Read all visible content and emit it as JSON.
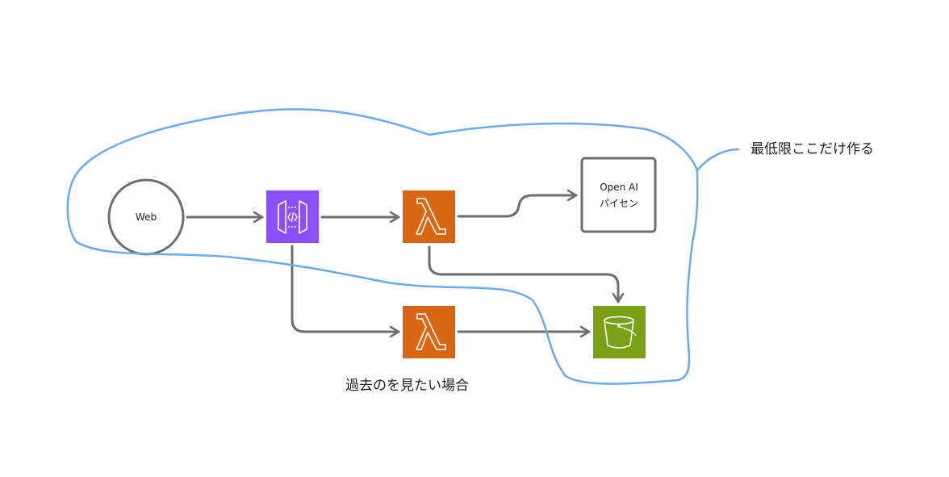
{
  "nodes": {
    "web": {
      "label": "Web"
    },
    "openai": {
      "title": "Open AI",
      "subtitle": "パイセン"
    }
  },
  "annotations": {
    "minimum_scope": "最低限ここだけ作る",
    "past_view": "過去のを見たい場合"
  },
  "colors": {
    "api_gateway": "#8c4fff",
    "lambda": "#d86613",
    "s3": "#7aa116",
    "scope_outline": "#6aaaf0",
    "arrow": "#6e6e6e"
  }
}
